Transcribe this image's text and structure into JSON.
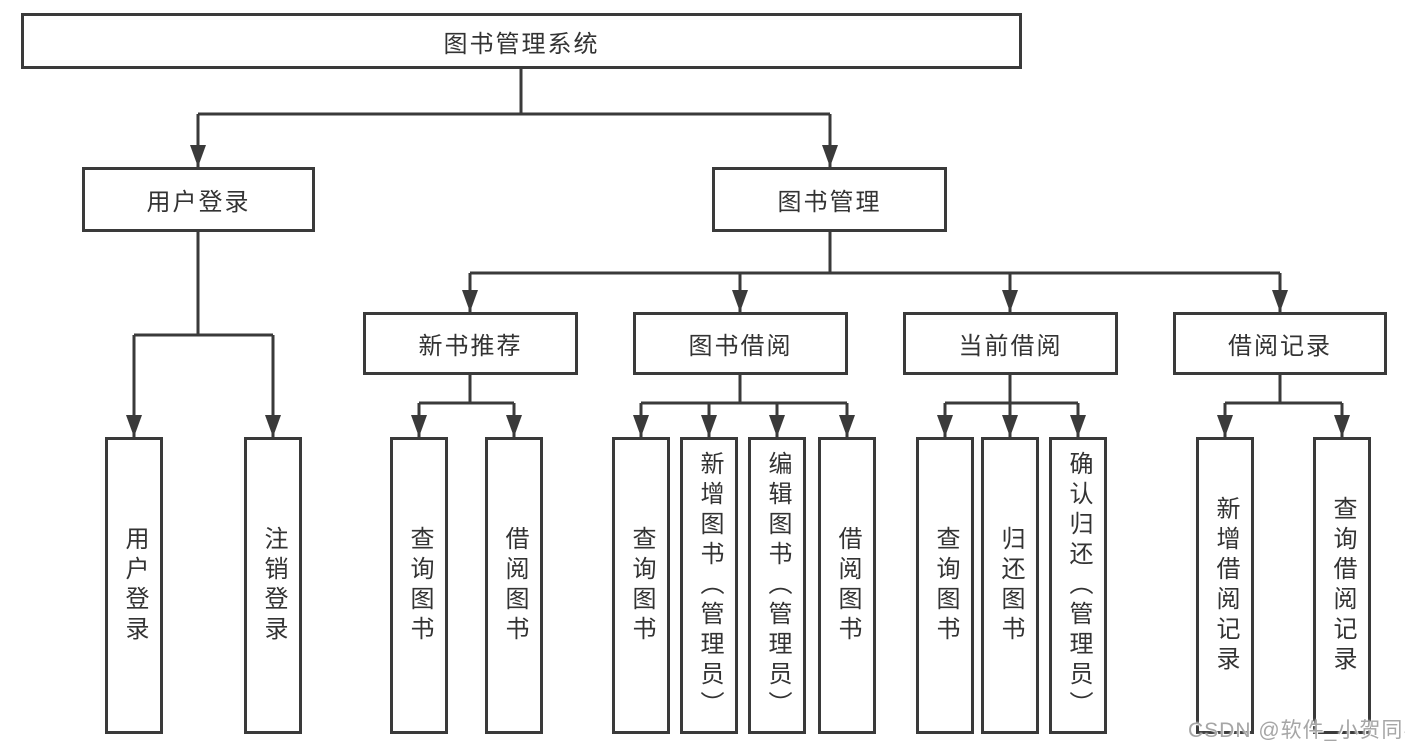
{
  "nodes": {
    "root": "图书管理系统",
    "l2": [
      "用户登录",
      "图书管理"
    ],
    "l3": [
      "新书推荐",
      "图书借阅",
      "当前借阅",
      "借阅记录"
    ],
    "g1": [
      "用户登录",
      "注销登录"
    ],
    "g2": [
      "查询图书",
      "借阅图书"
    ],
    "g3": [
      "查询图书",
      "新增图书（管理员）",
      "编辑图书（管理员）",
      "借阅图书"
    ],
    "g4": [
      "查询图书",
      "归还图书",
      "确认归还（管理员）"
    ],
    "g5": [
      "新增借阅记录",
      "查询借阅记录"
    ]
  },
  "watermark": "CSDN @软件_小贺同学",
  "colors": {
    "line": "#3a3a3a",
    "text": "#333333",
    "background": "#ffffff",
    "watermark": "#a6a6a6"
  }
}
